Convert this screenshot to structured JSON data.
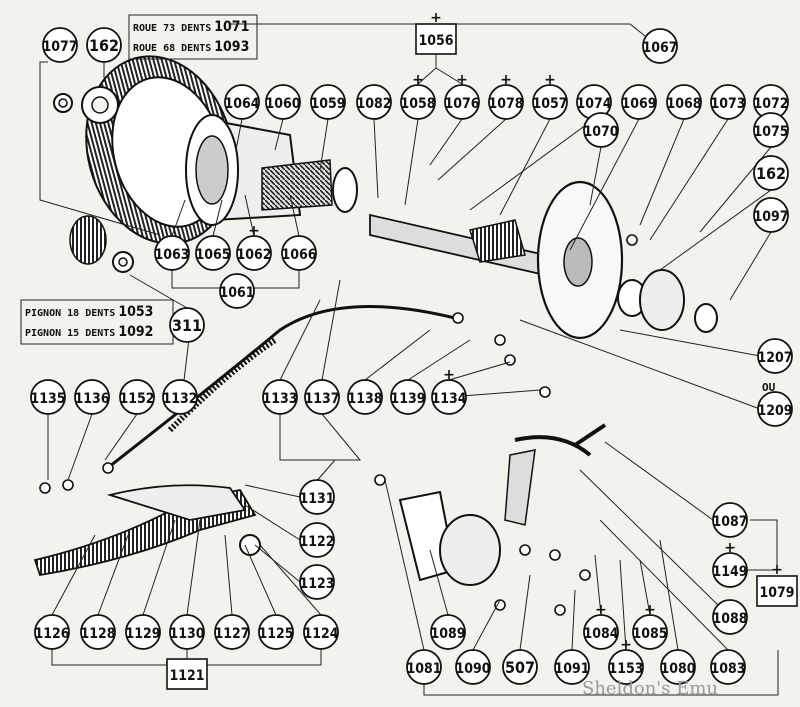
{
  "diagram": {
    "callouts": [
      {
        "label": "1077",
        "kind": "circle",
        "marker": ""
      },
      {
        "label": "162",
        "kind": "circle",
        "marker": ""
      },
      {
        "label": "1064",
        "kind": "circle",
        "marker": ""
      },
      {
        "label": "1060",
        "kind": "circle",
        "marker": ""
      },
      {
        "label": "1059",
        "kind": "circle",
        "marker": ""
      },
      {
        "label": "1082",
        "kind": "circle",
        "marker": ""
      },
      {
        "label": "1058",
        "kind": "circle",
        "marker": "+"
      },
      {
        "label": "1076",
        "kind": "circle",
        "marker": "+"
      },
      {
        "label": "1078",
        "kind": "circle",
        "marker": "+"
      },
      {
        "label": "1057",
        "kind": "circle",
        "marker": "+"
      },
      {
        "label": "1074",
        "kind": "circle",
        "marker": ""
      },
      {
        "label": "1069",
        "kind": "circle",
        "marker": ""
      },
      {
        "label": "1068",
        "kind": "circle",
        "marker": ""
      },
      {
        "label": "1073",
        "kind": "circle",
        "marker": ""
      },
      {
        "label": "1072",
        "kind": "circle",
        "marker": ""
      },
      {
        "label": "1067",
        "kind": "circle",
        "marker": ""
      },
      {
        "label": "1056",
        "kind": "box",
        "marker": "+"
      },
      {
        "label": "1070",
        "kind": "circle",
        "marker": ""
      },
      {
        "label": "1075",
        "kind": "circle",
        "marker": ""
      },
      {
        "label": "162",
        "kind": "circle",
        "marker": ""
      },
      {
        "label": "1097",
        "kind": "circle",
        "marker": ""
      },
      {
        "label": "1063",
        "kind": "circle",
        "marker": ""
      },
      {
        "label": "1065",
        "kind": "circle",
        "marker": ""
      },
      {
        "label": "1062",
        "kind": "circle",
        "marker": "+"
      },
      {
        "label": "1066",
        "kind": "circle",
        "marker": ""
      },
      {
        "label": "1061",
        "kind": "circle",
        "marker": ""
      },
      {
        "label": "311",
        "kind": "circle",
        "marker": ""
      },
      {
        "label": "1207",
        "kind": "circle",
        "marker": ""
      },
      {
        "label": "1209",
        "kind": "circle",
        "marker": ""
      },
      {
        "label": "1135",
        "kind": "circle",
        "marker": ""
      },
      {
        "label": "1136",
        "kind": "circle",
        "marker": ""
      },
      {
        "label": "1152",
        "kind": "circle",
        "marker": ""
      },
      {
        "label": "1132",
        "kind": "circle",
        "marker": ""
      },
      {
        "label": "1133",
        "kind": "circle",
        "marker": ""
      },
      {
        "label": "1137",
        "kind": "circle",
        "marker": ""
      },
      {
        "label": "1138",
        "kind": "circle",
        "marker": ""
      },
      {
        "label": "1139",
        "kind": "circle",
        "marker": ""
      },
      {
        "label": "1134",
        "kind": "circle",
        "marker": "+"
      },
      {
        "label": "1131",
        "kind": "circle",
        "marker": ""
      },
      {
        "label": "1122",
        "kind": "circle",
        "marker": ""
      },
      {
        "label": "1123",
        "kind": "circle",
        "marker": ""
      },
      {
        "label": "1126",
        "kind": "circle",
        "marker": ""
      },
      {
        "label": "1128",
        "kind": "circle",
        "marker": ""
      },
      {
        "label": "1129",
        "kind": "circle",
        "marker": ""
      },
      {
        "label": "1130",
        "kind": "circle",
        "marker": ""
      },
      {
        "label": "1127",
        "kind": "circle",
        "marker": ""
      },
      {
        "label": "1125",
        "kind": "circle",
        "marker": ""
      },
      {
        "label": "1124",
        "kind": "circle",
        "marker": ""
      },
      {
        "label": "1121",
        "kind": "box",
        "marker": ""
      },
      {
        "label": "1089",
        "kind": "circle",
        "marker": ""
      },
      {
        "label": "1090",
        "kind": "circle",
        "marker": ""
      },
      {
        "label": "507",
        "kind": "circle",
        "marker": ""
      },
      {
        "label": "1091",
        "kind": "circle",
        "marker": ""
      },
      {
        "label": "1084",
        "kind": "circle",
        "marker": "+"
      },
      {
        "label": "1153",
        "kind": "circle",
        "marker": "+"
      },
      {
        "label": "1085",
        "kind": "circle",
        "marker": "+"
      },
      {
        "label": "1080",
        "kind": "circle",
        "marker": ""
      },
      {
        "label": "1083",
        "kind": "circle",
        "marker": ""
      },
      {
        "label": "1081",
        "kind": "circle",
        "marker": ""
      },
      {
        "label": "1087",
        "kind": "circle",
        "marker": ""
      },
      {
        "label": "1149",
        "kind": "circle",
        "marker": "+"
      },
      {
        "label": "1088",
        "kind": "circle",
        "marker": ""
      },
      {
        "label": "1079",
        "kind": "box",
        "marker": "+"
      }
    ],
    "notes": {
      "roue73": {
        "text": "ROUE 73 DENTS",
        "ref": "1071"
      },
      "roue68": {
        "text": "ROUE 68 DENTS",
        "ref": "1093"
      },
      "pignon18": {
        "text": "PIGNON 18 DENTS",
        "ref": "1053"
      },
      "pignon15": {
        "text": "PIGNON 15 DENTS",
        "ref": "1092"
      },
      "ou": "OU"
    },
    "watermark": "Sheldon's Emu"
  }
}
